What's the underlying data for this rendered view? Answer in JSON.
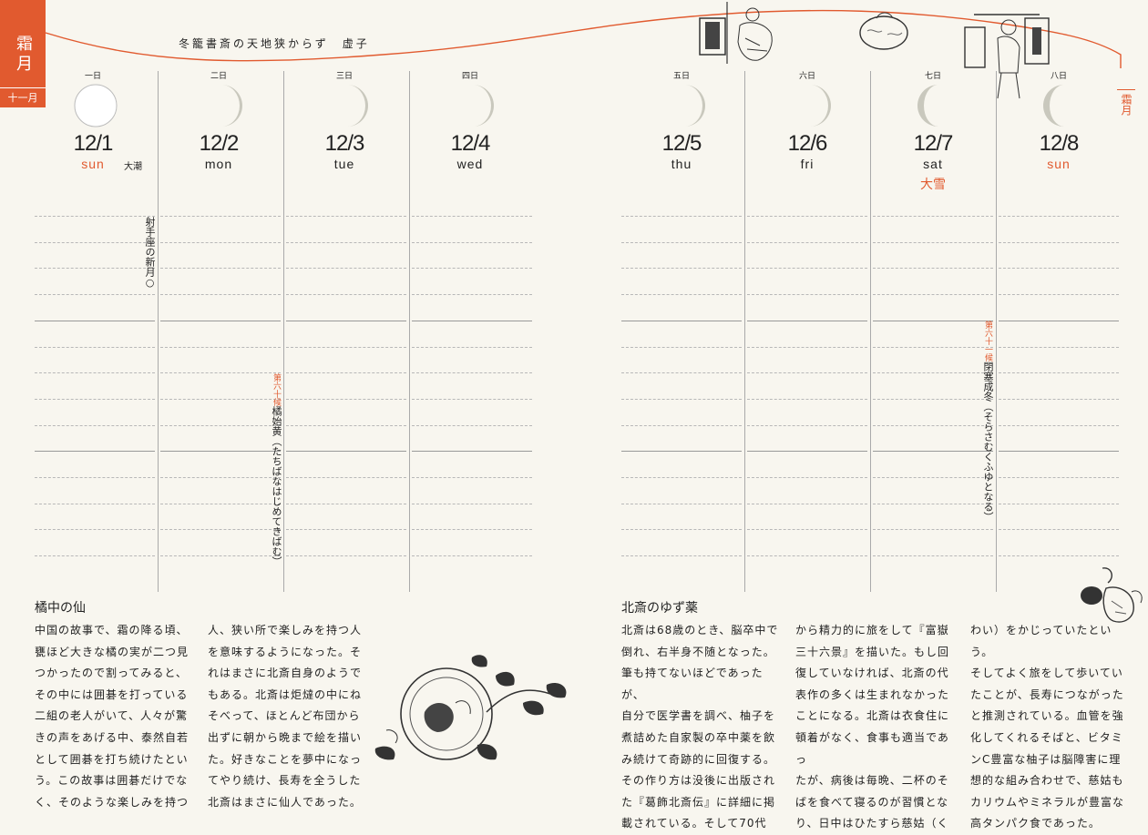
{
  "header": {
    "tab_kanji": "霜月",
    "tab_month": "十一月",
    "haiku": "冬籠書斎の天地狭からず　虚子",
    "right_tab": "霜月"
  },
  "left_days": [
    {
      "kday": "一日",
      "date": "12/1",
      "weekday": "sun",
      "red": true,
      "extra": "大潮",
      "moon": "full"
    },
    {
      "kday": "二日",
      "date": "12/2",
      "weekday": "mon",
      "red": false,
      "moon": "crescent"
    },
    {
      "kday": "三日",
      "date": "12/3",
      "weekday": "tue",
      "red": false,
      "moon": "crescent"
    },
    {
      "kday": "四日",
      "date": "12/4",
      "weekday": "wed",
      "red": false,
      "moon": "crescent"
    }
  ],
  "right_days": [
    {
      "kday": "五日",
      "date": "12/5",
      "weekday": "thu",
      "red": false,
      "moon": "crescent"
    },
    {
      "kday": "六日",
      "date": "12/6",
      "weekday": "fri",
      "red": false,
      "moon": "crescent"
    },
    {
      "kday": "七日",
      "date": "12/7",
      "weekday": "sat",
      "red": false,
      "extra": "大雪",
      "moon": "half"
    },
    {
      "kday": "八日",
      "date": "12/8",
      "weekday": "sun",
      "red": true,
      "moon": "half"
    }
  ],
  "notes": {
    "newmoon": "射手座の新月○",
    "kou60_label": "第六十候",
    "kou60_text": "橘始黄（たちばなはじめてきばむ）",
    "kou61_label": "第六十一候",
    "kou61_text": "閉塞成冬（そらさむくふゆとなる）"
  },
  "left_article": {
    "title": "橘中の仙",
    "col1": "中国の故事で、霜の降る頃、\n甕ほど大きな橘の実が二つ見\nつかったので割ってみると、\nその中には囲碁を打っている\n二組の老人がいて、人々が驚\nきの声をあげる中、泰然自若\nとして囲碁を打ち続けたとい\nう。この故事は囲碁だけでな\nく、そのような楽しみを持つ",
    "col2": "人、狭い所で楽しみを持つ人\nを意味するようになった。そ\nれはまさに北斎自身のようで\nもある。北斎は炬燵の中にね\nそべって、ほとんど布団から\n出ずに朝から晩まで絵を描い\nた。好きなことを夢中になっ\nてやり続け、長寿を全うした\n北斎はまさに仙人であった。"
  },
  "right_article": {
    "title": "北斎のゆず薬",
    "col1": "北斎は68歳のとき、脳卒中で\n倒れ、右半身不随となった。\n筆も持てないほどであったが、\n自分で医学書を調べ、柚子を\n煮詰めた自家製の卒中薬を飲\nみ続けて奇跡的に回復する。\nその作り方は没後に出版され\nた『葛飾北斎伝』に詳細に掲\n載されている。そして70代",
    "col2": "から精力的に旅をして『富嶽\n三十六景』を描いた。もし回\n復していなければ、北斎の代\n表作の多くは生まれなかった\nことになる。北斎は衣食住に\n頓着がなく、食事も適当であっ\nたが、病後は毎晩、二杯のそ\nばを食べて寝るのが習慣とな\nり、日中はひたすら慈姑（く",
    "col3": "わい）をかじっていたという。\nそしてよく旅をして歩いてい\nたことが、長寿につながった\nと推測されている。血管を強\n化してくれるそばと、ビタミ\nンC豊富な柚子は脳障害に理\n想的な組み合わせで、慈姑も\nカリウムやミネラルが豊富な\n高タンパク食であった。"
  },
  "colors": {
    "accent": "#e15a2f",
    "moon": "#c9c8bd",
    "paper": "#f8f6ef"
  }
}
